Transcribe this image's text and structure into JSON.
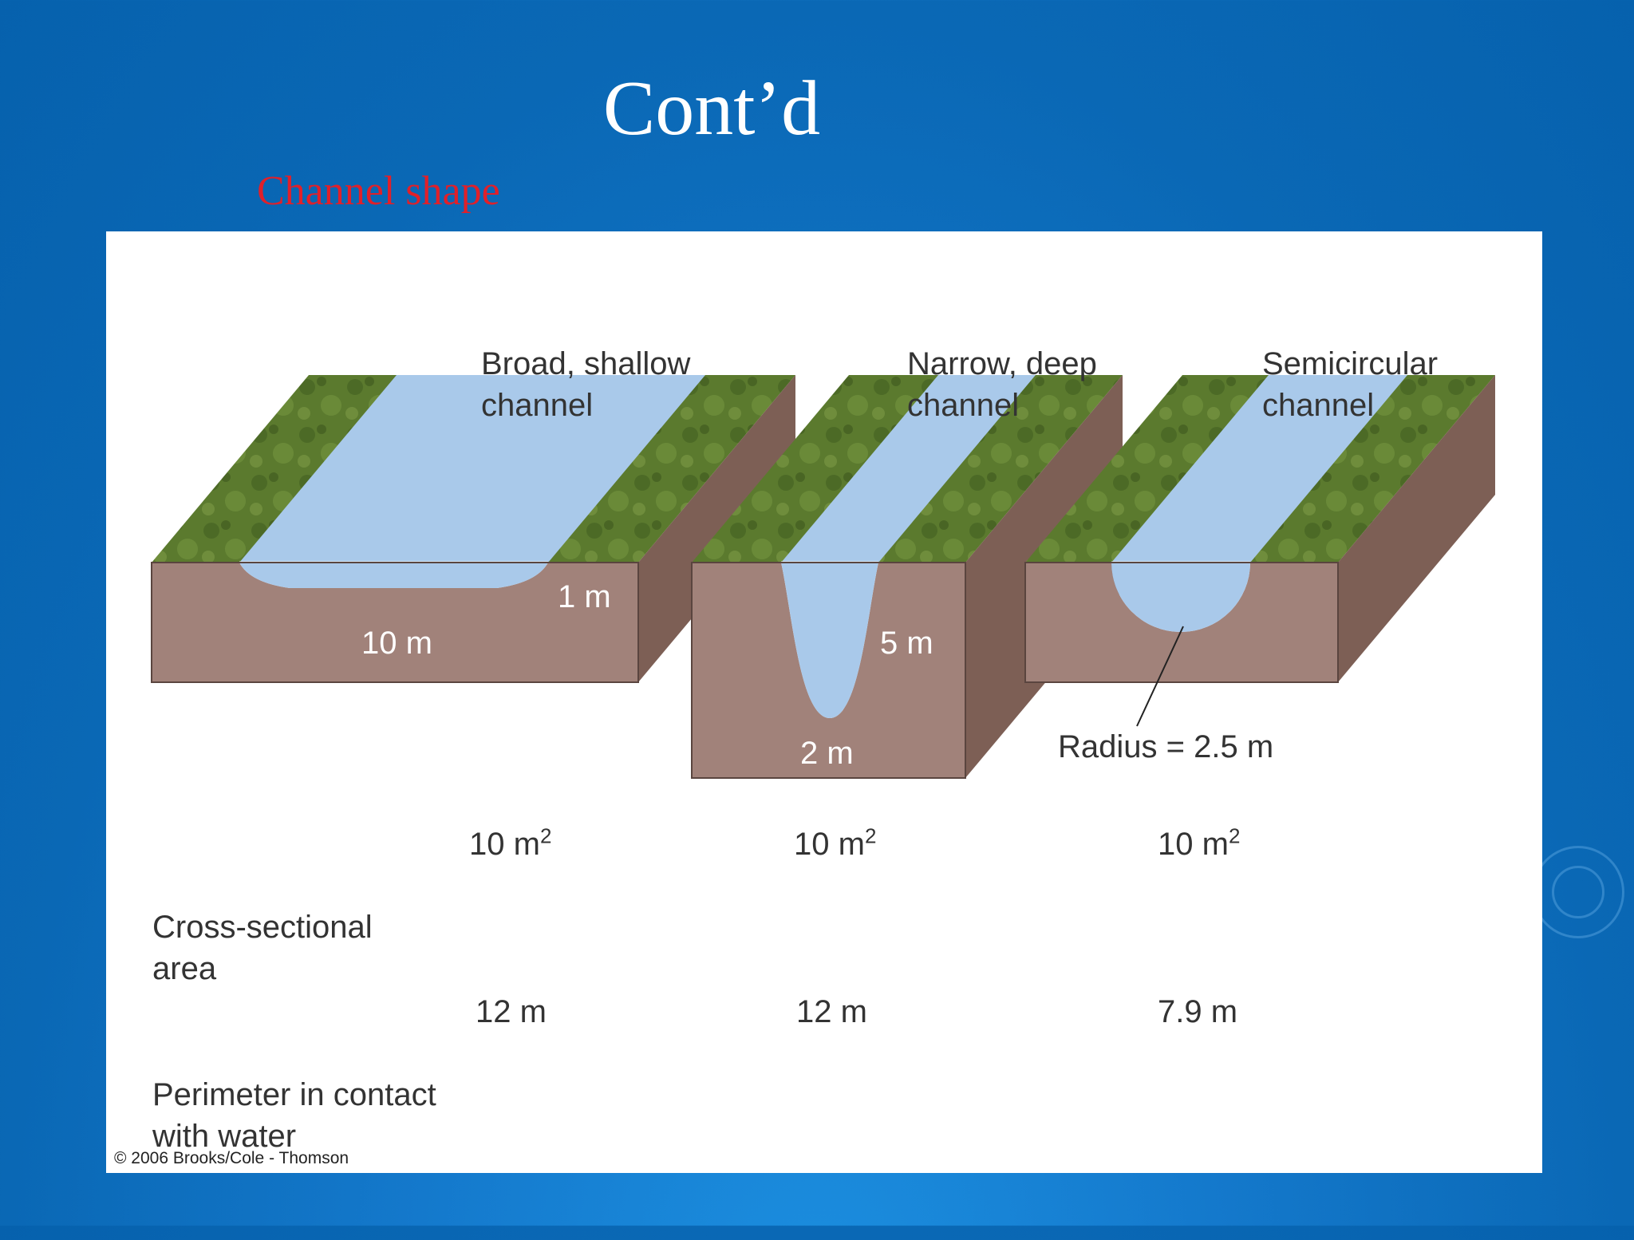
{
  "slide": {
    "title": "Cont’d",
    "subtitle": "Channel shape",
    "title_color": "#ffffff",
    "subtitle_color": "#e0202a",
    "background_color": "#0a68b5"
  },
  "figure": {
    "channels": [
      {
        "heading_line1": "Broad, shallow",
        "heading_line2": "channel",
        "width_label": "10 m",
        "depth_label": "1 m"
      },
      {
        "heading_line1": "Narrow, deep",
        "heading_line2": "channel",
        "width_label": "2 m",
        "depth_label": "5 m"
      },
      {
        "heading_line1": "Semicircular",
        "heading_line2": "channel",
        "radius_label": "Radius = 2.5 m"
      }
    ],
    "rows": [
      {
        "label_line1": "Cross-sectional",
        "label_line2": "area",
        "values": [
          {
            "value": "10 m",
            "sup": "2"
          },
          {
            "value": "10 m",
            "sup": "2"
          },
          {
            "value": "10 m",
            "sup": "2"
          }
        ]
      },
      {
        "label_line1": "Perimeter in contact",
        "label_line2": "with water",
        "values": [
          {
            "value": "12 m"
          },
          {
            "value": "12 m"
          },
          {
            "value": "7.9 m"
          }
        ]
      }
    ],
    "copyright": "© 2006 Brooks/Cole - Thomson",
    "colors": {
      "grass": "#5b7a2e",
      "water": "#a9c9ea",
      "soil_front": "#a1827a",
      "soil_side": "#7d5f55"
    }
  }
}
